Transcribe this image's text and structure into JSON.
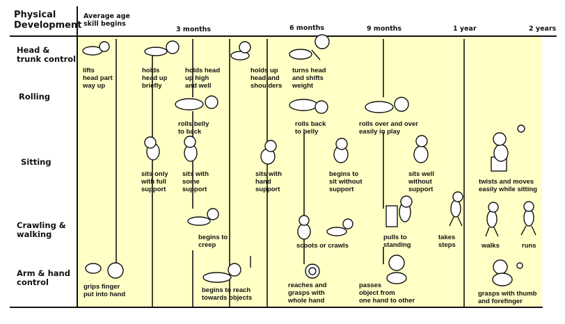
{
  "header": {
    "title_line1": "Physical",
    "title_line2": "Development",
    "avg_age_line1": "Average age",
    "avg_age_line2": "skill begins",
    "ages": [
      "3 months",
      "6 months",
      "9 months",
      "1 year",
      "2 years"
    ]
  },
  "rows": [
    {
      "label_line1": "Head &",
      "label_line2": "trunk control"
    },
    {
      "label_line1": "Rolling",
      "label_line2": ""
    },
    {
      "label_line1": "Sitting",
      "label_line2": ""
    },
    {
      "label_line1": "Crawling &",
      "label_line2": "walking"
    },
    {
      "label_line1": "Arm & hand",
      "label_line2": "control"
    }
  ],
  "milestones": {
    "head_lift": [
      "lifts",
      "head part",
      "way up"
    ],
    "head_briefly": [
      "holds",
      "head up",
      "briefly"
    ],
    "head_high": [
      "holds head",
      "up high",
      "and well"
    ],
    "head_shoulders": [
      "holds up",
      "head and",
      "shoulders"
    ],
    "head_turn": [
      "turns head",
      "and shifts",
      "weight"
    ],
    "roll_belly_back": [
      "rolls belly",
      "to back"
    ],
    "roll_back_belly": [
      "rolls back",
      "to belly"
    ],
    "roll_over": [
      "rolls over and over",
      "easily in play"
    ],
    "sit_full": [
      "sits only",
      "with full",
      "support"
    ],
    "sit_some": [
      "sits with",
      "some",
      "support"
    ],
    "sit_hand": [
      "sits with",
      "hand",
      "support"
    ],
    "sit_begin": [
      "begins to",
      "sit without",
      "support"
    ],
    "sit_well": [
      "sits well",
      "without",
      "support"
    ],
    "sit_twist": [
      "twists and moves",
      "easily while sitting"
    ],
    "crawl_creep": [
      "begins to",
      "creep"
    ],
    "crawl_scoots": [
      "scoots or crawls"
    ],
    "crawl_pulls": [
      "pulls to",
      "standing"
    ],
    "crawl_steps": [
      "takes",
      "steps"
    ],
    "crawl_walks": [
      "walks"
    ],
    "crawl_runs": [
      "runs"
    ],
    "hand_grips": [
      "grips finger",
      "put into hand"
    ],
    "hand_reach": [
      "begins to reach",
      "towards objects"
    ],
    "hand_grasp_whole": [
      "reaches and",
      "grasps with",
      "whole hand"
    ],
    "hand_pass": [
      "passes",
      "object from",
      "one hand to other"
    ],
    "hand_thumb": [
      "grasps with thumb",
      "and forefinger"
    ]
  },
  "colors": {
    "panel": "#ffffc6",
    "ink": "#111111",
    "page": "#ffffff"
  }
}
